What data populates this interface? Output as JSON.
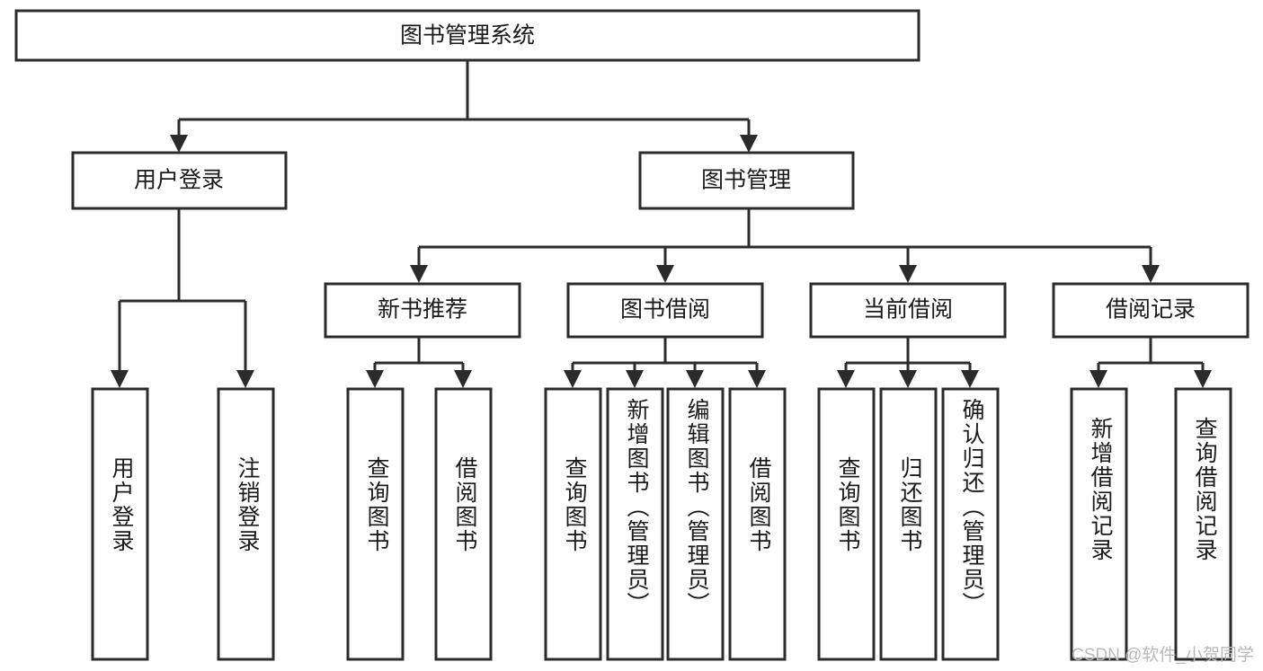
{
  "diagram": {
    "title": "图书管理系统",
    "type": "tree",
    "watermark": "CSDN @软件_小贺同学",
    "colors": {
      "box_stroke": "#2b2b2b",
      "box_fill": "#ffffff",
      "text": "#1a1a1a",
      "connector": "#2b2b2b",
      "background": "#ffffff",
      "watermark": "#b9b9b9"
    },
    "root": {
      "label": "图书管理系统"
    },
    "level2": [
      {
        "label": "用户登录"
      },
      {
        "label": "图书管理"
      }
    ],
    "level3": [
      {
        "label": "新书推荐"
      },
      {
        "label": "图书借阅"
      },
      {
        "label": "当前借阅"
      },
      {
        "label": "借阅记录"
      }
    ],
    "leaves": {
      "user_login": [
        {
          "label": "用户登录"
        },
        {
          "label": "注销登录"
        }
      ],
      "new_book": [
        {
          "label": "查询图书"
        },
        {
          "label": "借阅图书"
        }
      ],
      "book_borrow": [
        {
          "label": "查询图书"
        },
        {
          "label": "新增图书（管理员）"
        },
        {
          "label": "编辑图书（管理员）"
        },
        {
          "label": "借阅图书"
        }
      ],
      "current_borrow": [
        {
          "label": "查询图书"
        },
        {
          "label": "归还图书"
        },
        {
          "label": "确认归还（管理员）"
        }
      ],
      "borrow_record": [
        {
          "label": "新增借阅记录"
        },
        {
          "label": "查询借阅记录"
        }
      ]
    }
  }
}
